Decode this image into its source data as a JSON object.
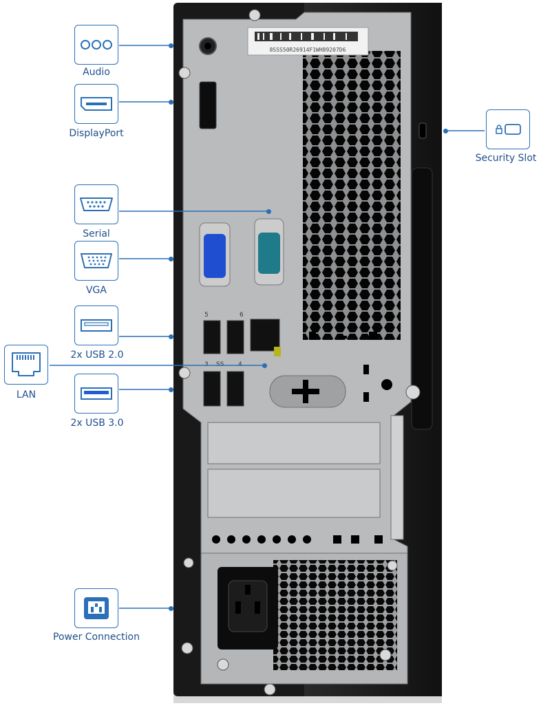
{
  "device": {
    "serial_sticker": "8SSS50R26914F1WH89207D6"
  },
  "callouts": [
    {
      "id": "audio",
      "label": "Audio",
      "icon": "audio-jacks-icon"
    },
    {
      "id": "displayport",
      "label": "DisplayPort",
      "icon": "displayport-icon"
    },
    {
      "id": "serial",
      "label": "Serial",
      "icon": "serial-port-icon"
    },
    {
      "id": "vga",
      "label": "VGA",
      "icon": "vga-port-icon"
    },
    {
      "id": "usb2",
      "label": "2x USB 2.0",
      "icon": "usb-2-icon"
    },
    {
      "id": "lan",
      "label": "LAN",
      "icon": "ethernet-port-icon"
    },
    {
      "id": "usb3",
      "label": "2x USB 3.0",
      "icon": "usb-3-icon"
    },
    {
      "id": "power",
      "label": "Power Connection",
      "icon": "power-socket-icon"
    },
    {
      "id": "security",
      "label": "Security Slot",
      "icon": "lock-slot-icon"
    }
  ],
  "colors": {
    "accent": "#2a6fb7",
    "label": "#1f4e8c",
    "chassis": "#1b1b1b",
    "panel": "#b9bbbd",
    "vga": "#1f4fd0",
    "serial": "#1f7a8a",
    "usb3": "#1e5fd6"
  },
  "port_markings": {
    "usb_top_left": "5",
    "usb_top_right": "6",
    "usb_bottom_left": "3",
    "usb_bottom_mid": "SS",
    "usb_bottom_right": "4"
  }
}
